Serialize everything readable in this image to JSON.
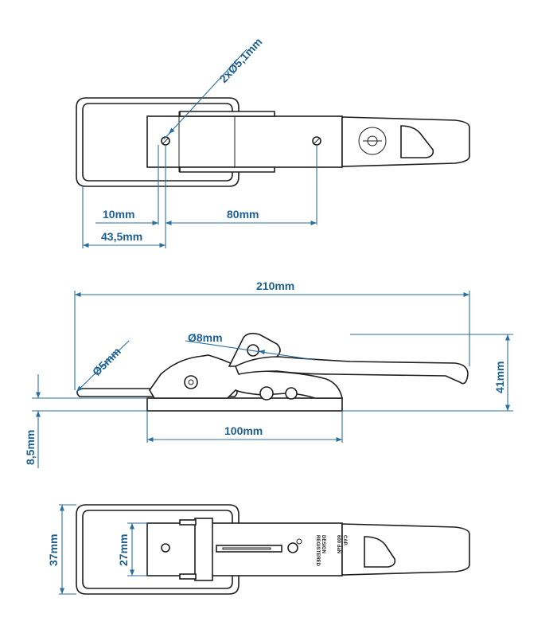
{
  "colors": {
    "dimension": "#2b6f9e",
    "outline": "#1e1e1e",
    "background": "#ffffff"
  },
  "dimensions": {
    "holes_diameter": "2xØ5,1mm",
    "hole_offset": "10mm",
    "hole_spacing": "80mm",
    "hole_from_end": "43,5mm",
    "total_length": "210mm",
    "pin_diameter": "Ø8mm",
    "loop_wire_diameter": "Ø5mm",
    "total_height": "41mm",
    "base_thickness": "8,5mm",
    "base_length": "100mm",
    "total_width": "37mm",
    "base_width": "27mm"
  },
  "markings": {
    "cap_line1": "CAP.",
    "cap_line2": "600 daN",
    "design_line1": "DESIGN",
    "design_line2": "REGISTERED"
  }
}
